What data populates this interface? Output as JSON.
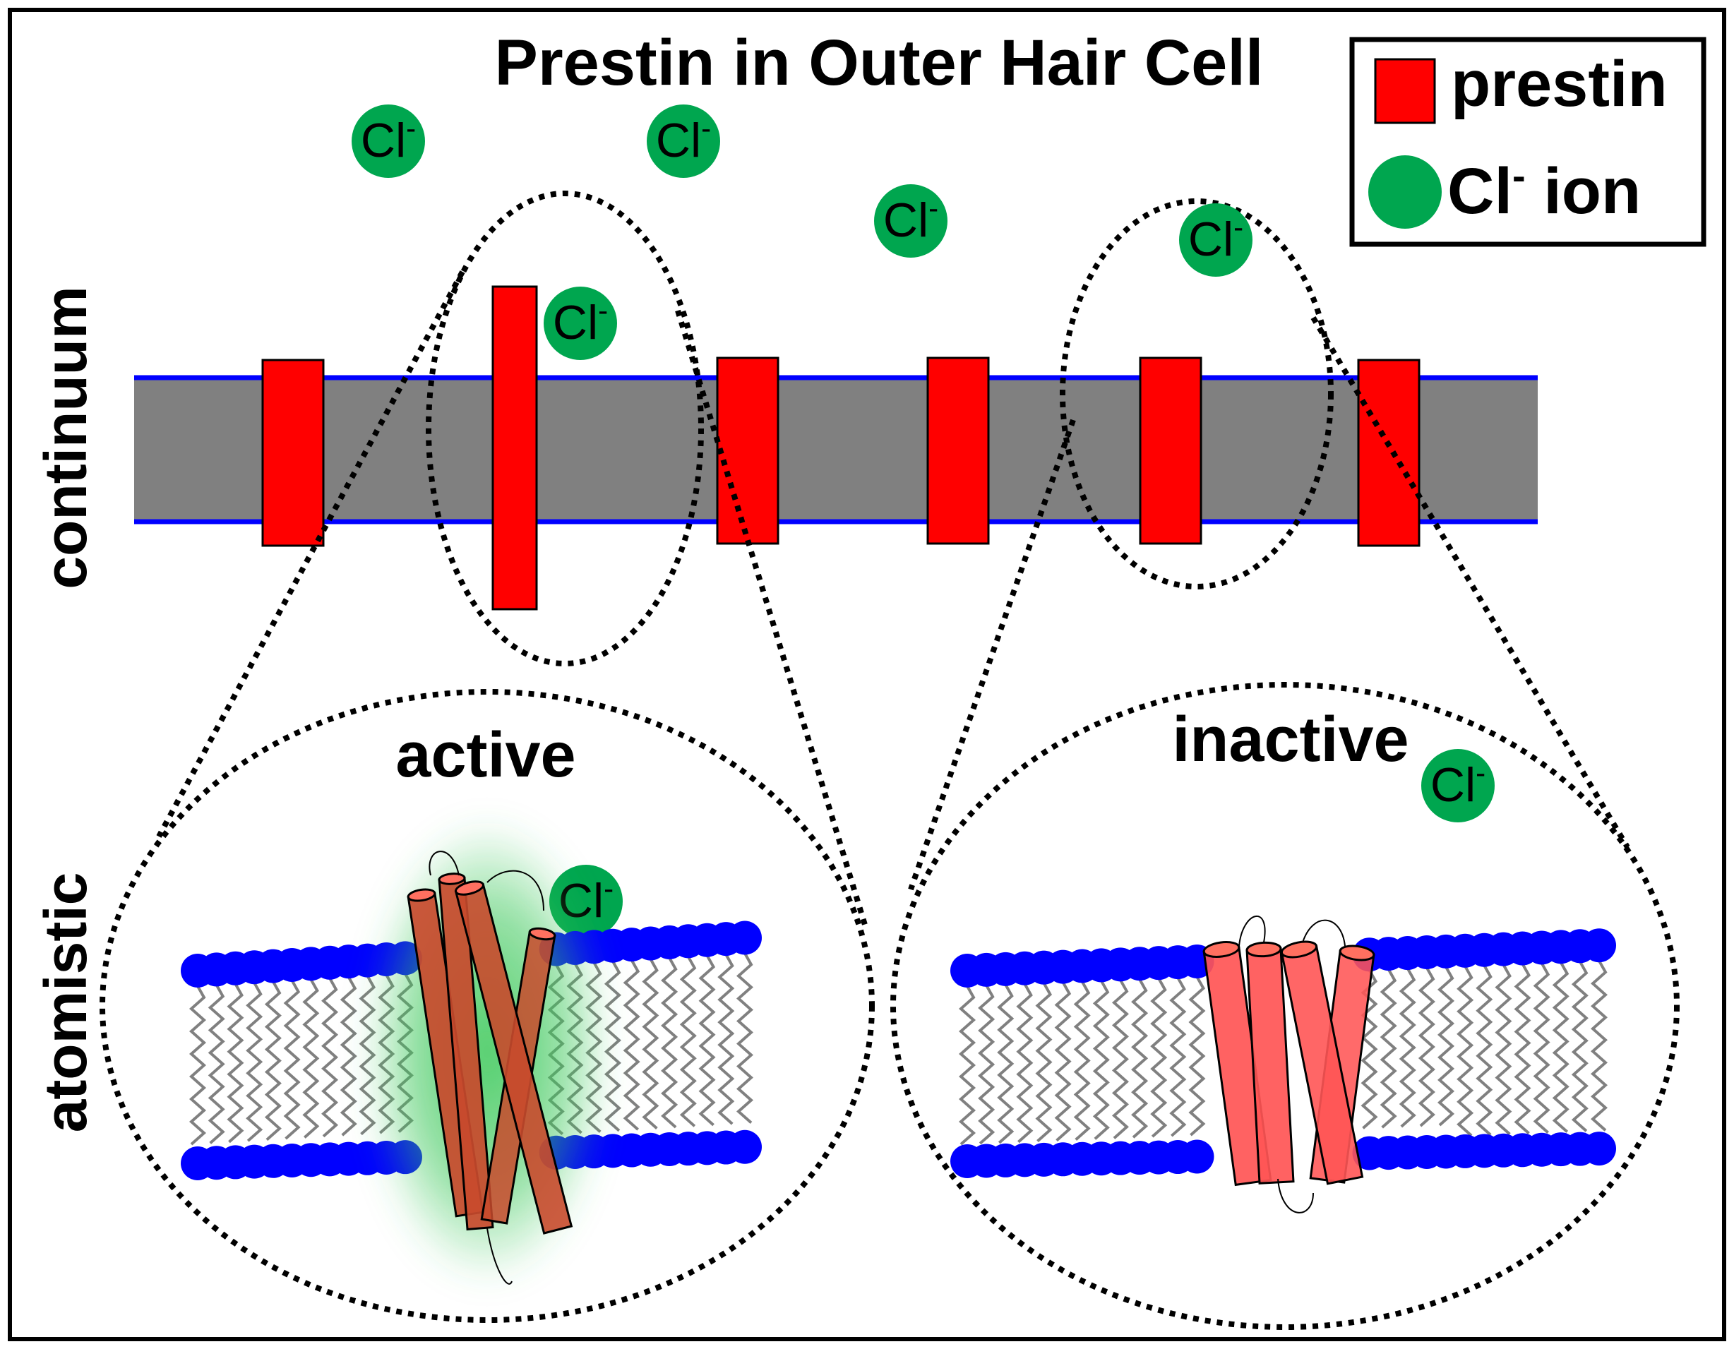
{
  "title": "Prestin in Outer Hair Cell",
  "legend": {
    "prestin_label": "prestin",
    "ion_label_main": "Cl",
    "ion_label_sup": "-",
    "ion_label_rest": " ion"
  },
  "side_labels": {
    "continuum": "continuum",
    "atomistic": "atomistic"
  },
  "states": {
    "active": "active",
    "inactive": "inactive"
  },
  "ion": {
    "symbol": "Cl",
    "charge": "-"
  },
  "colors": {
    "prestin": "#ff0000",
    "ion": "#00a64f",
    "membrane": "#808080",
    "membrane_edge": "#0000ff",
    "lipid_head": "#0000ff",
    "lipid_tail": "#808080",
    "active_helix": "#c84a2c",
    "inactive_helix": "#ff5555",
    "glow": "#3cc85a"
  }
}
